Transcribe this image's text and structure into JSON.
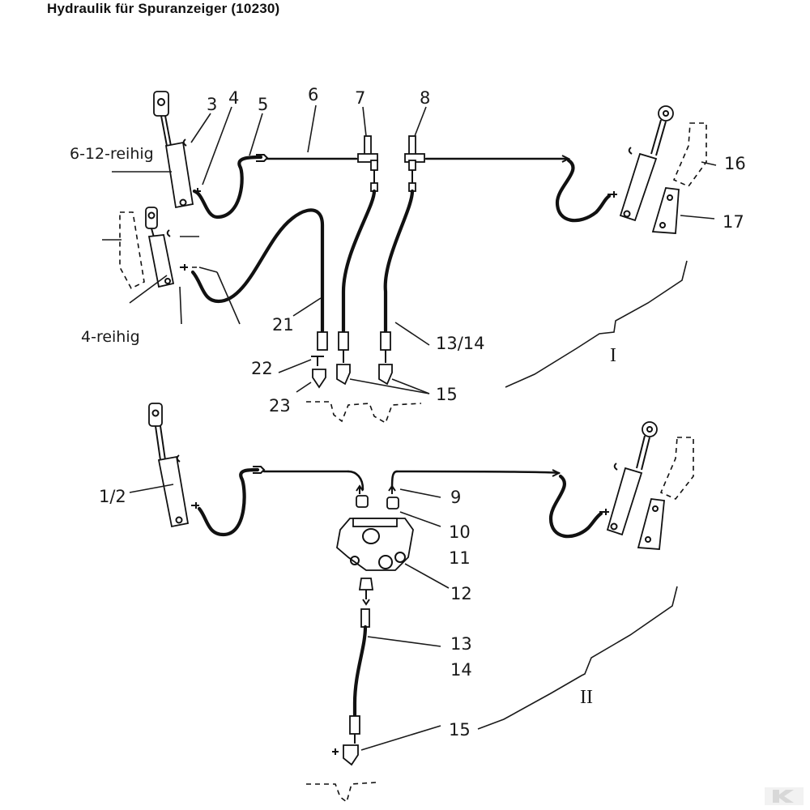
{
  "title": "Hydraulik für Spuranzeiger (10230)",
  "variants": {
    "six_twelve_row": "6-12-reihig",
    "four_row": "4-reihig"
  },
  "sections": {
    "first": "I",
    "second": "II"
  },
  "part_labels": {
    "p1_2": "1/2",
    "p3": "3",
    "p4": "4",
    "p5": "5",
    "p6": "6",
    "p7": "7",
    "p8": "8",
    "p9": "9",
    "p10": "10",
    "p11": "11",
    "p12": "12",
    "p13": "13",
    "p14": "14",
    "p13_14": "13/14",
    "p15_top": "15",
    "p15_bottom": "15",
    "p16": "16",
    "p17": "17",
    "p21": "21",
    "p22": "22",
    "p23": "23"
  }
}
